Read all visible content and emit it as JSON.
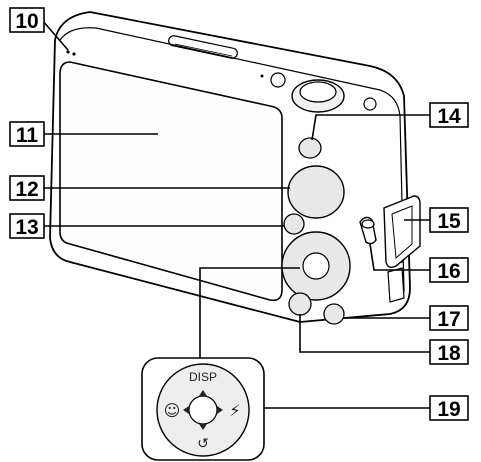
{
  "callouts": [
    {
      "number": "10",
      "part": "microphone"
    },
    {
      "number": "11",
      "part": "lcd-screen"
    },
    {
      "number": "12",
      "part": "large-round-button"
    },
    {
      "number": "13",
      "part": "small-round-button"
    },
    {
      "number": "14",
      "part": "top-right-button"
    },
    {
      "number": "15",
      "part": "terminal-cover"
    },
    {
      "number": "16",
      "part": "strap-hook"
    },
    {
      "number": "17",
      "part": "lower-right-button"
    },
    {
      "number": "18",
      "part": "lower-left-button"
    },
    {
      "number": "19",
      "part": "control-wheel"
    }
  ],
  "control_wheel": {
    "top_label": "DISP",
    "left_symbol": "☺",
    "right_symbol": "⚡",
    "bottom_symbol": "↺"
  },
  "colors": {
    "body_fill": "#ffffff",
    "outline": "#000000",
    "button_fill": "#e8e8e8",
    "screen_fill": "#fdfdfd"
  }
}
